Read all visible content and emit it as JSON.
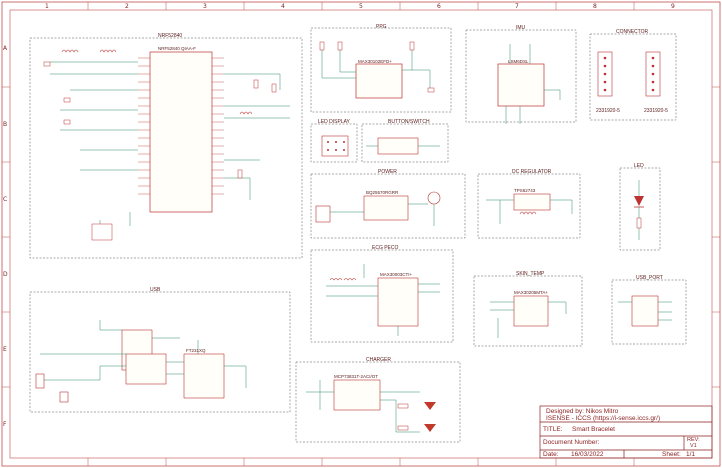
{
  "frame": {
    "columns": [
      "1",
      "2",
      "3",
      "4",
      "5",
      "6",
      "7",
      "8",
      "9"
    ],
    "rows": [
      "A",
      "B",
      "C",
      "D",
      "E",
      "F"
    ]
  },
  "blocks": {
    "mcu": "NRF52840",
    "ppg": "PPG",
    "imu": "IMU",
    "connector": "CONNECTOR",
    "led_display": "LED DISPLAY",
    "button_switch": "BUTTON/SWITCH",
    "power": "POWER",
    "dc_regulator": "DC REGULATOR",
    "led": "LED",
    "usb": "USB",
    "ecg_peco": "ECG PECO",
    "skin_temp": "SKIN_TEMP",
    "usb_port": "USB_PORT",
    "charger": "CHARGER"
  },
  "parts": {
    "mcu_chip": "NRF52840 QIAA-F",
    "ppg_chip": "MAX30102EFD+",
    "imu_chip": "LSM6DSL",
    "conn_left": "2331920-5",
    "conn_right": "2331920-5",
    "ecg_chip": "MAX30003CTI+",
    "temp_chip": "MAX30205MTA+",
    "charger_chip": "MCP73831T-2ACI/OT",
    "usb_chip": "FT231XQ",
    "reg_chip": "TPS62743",
    "power_chip": "BQ25570RGRR"
  },
  "title_block": {
    "designed_by": "Designed by: Nikos Mitro",
    "org": "ISENSE - ICCS (https://i-sense.iccs.gr/)",
    "title_label": "TITLE:",
    "title": "Smart Bracelet",
    "doc_label": "Document Number:",
    "rev_label": "REV:",
    "rev": "V1",
    "date_label": "Date:",
    "date": "16/03/2022",
    "sheet_label": "Sheet:",
    "sheet": "1/1"
  }
}
